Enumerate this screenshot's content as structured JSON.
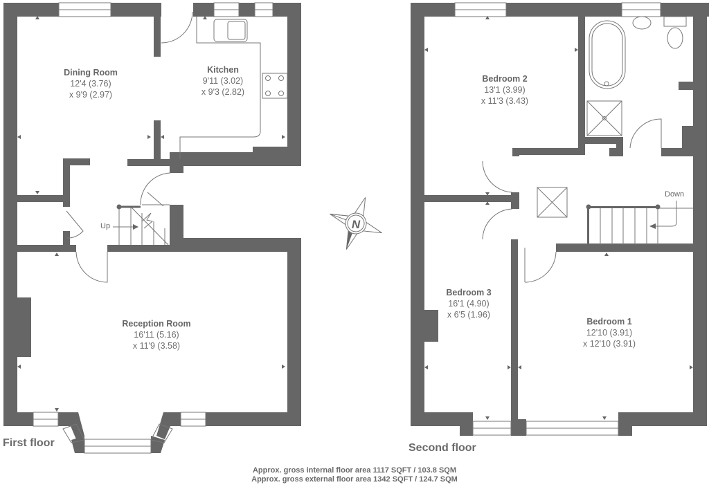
{
  "colors": {
    "wall": "#666666",
    "line": "#777777",
    "background": "#ffffff",
    "text": "#6a6a6a"
  },
  "first_floor": {
    "title": "First floor",
    "stairs_label": "Up",
    "rooms": [
      {
        "name": "Dining Room",
        "dim1": "12'4 (3.76)",
        "dim2": "x 9'9 (2.97)"
      },
      {
        "name": "Kitchen",
        "dim1": "9'11 (3.02)",
        "dim2": "x 9'3 (2.82)"
      },
      {
        "name": "Reception Room",
        "dim1": "16'11 (5.16)",
        "dim2": "x 11'9 (3.58)"
      }
    ]
  },
  "second_floor": {
    "title": "Second floor",
    "stairs_label": "Down",
    "rooms": [
      {
        "name": "Bedroom 2",
        "dim1": "13'1 (3.99)",
        "dim2": "x 11'3 (3.43)"
      },
      {
        "name": "Bedroom 3",
        "dim1": "16'1 (4.90)",
        "dim2": "x 6'5 (1.96)"
      },
      {
        "name": "Bedroom 1",
        "dim1": "12'10 (3.91)",
        "dim2": "x 12'10 (3.91)"
      }
    ]
  },
  "compass": {
    "label": "N",
    "icon": "compass-north-icon"
  },
  "footer": {
    "internal_area": "Approx. gross internal floor area 1117 SQFT / 103.8 SQM",
    "external_area": "Approx. gross external floor area 1342 SQFT / 124.7 SQM"
  }
}
